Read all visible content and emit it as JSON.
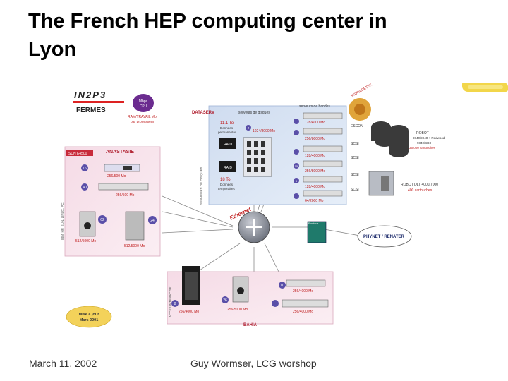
{
  "slide": {
    "title": "The French HEP computing center in Lyon",
    "footer_date": "March 11, 2002",
    "footer_author": "Guy Wormser, LCG worshop"
  },
  "diagram": {
    "logo": "IN2P3",
    "fermes": "FERMES",
    "mbps_top": "Mbps",
    "mbps_bottom": "CPU",
    "ram_note_1": "RAM/TRAVAIL Mo",
    "ram_note_2": "par processeur",
    "anastasie": "ANASTASIE",
    "sun_label": "SUN E4500",
    "node_256_500a": "256/500 Mo",
    "node_256_500b": "256/500 Mo",
    "node_512_a": "512/5000 Mo",
    "node_512_b": "512/5000 Mo",
    "side_label_left": "IBM, HP, SUN, LINUX, PC",
    "dataserv": "DATASERV",
    "disk_servers": "serveurs de disques",
    "tape_servers": "serveurs de bandes",
    "storage_size_1": "11.1 To",
    "storage_desc_1a": "Données",
    "storage_desc_1b": "permanentes",
    "storage_size_2": "18 To",
    "storage_desc_2a": "Données",
    "storage_desc_2b": "temporaires",
    "raid_1": "RAID",
    "raid_2": "RAID",
    "mem_1": "128/4000 Mo",
    "mem_2": "1024/8000 Mo",
    "mem_3": "256/8000 Mo",
    "mem_4": "128/4000 Mo",
    "mem_5": "256/8000 Mo",
    "mem_6": "128/4000 Mo",
    "mem_7": "64/2000 Mo",
    "vertical_server_label": "SERVEURS DE DISQUES",
    "storage_tek": "STORAGETEK",
    "escon": "ESCON",
    "scsi_1": "SCSI",
    "scsi_2": "SCSI",
    "scsi_3": "SCSI",
    "scsi_4": "SCSI",
    "robot_1": "ROBOT",
    "robot_2": "9840/9940 + Redwood",
    "robot_3": "9840/SD3",
    "robot_4": "36 000 cartouches",
    "robot_5": "ROBOT DLT 4000/7000",
    "robot_6": "400 cartouches",
    "ethernet": "Ethernet",
    "router": "Routeur",
    "phynet": "PHYNET / RENATER",
    "interactif": "ACCES INTERACTIF",
    "mem_8": "256/4000 Mo",
    "mem_9": "256/5000 Mo",
    "mem_10": "256/4000 Mo",
    "mem_11": "256/4000 Mo",
    "bahia": "BAHIA",
    "update_1": "Mise à jour",
    "update_2": "Mars 2001",
    "n_16": "16",
    "n_40": "40",
    "n_62": "62",
    "n_24": "24",
    "n_2": "2",
    "n_6": "6",
    "n_15": "15",
    "n_8": "8",
    "n_26": "26",
    "n_10": "10"
  }
}
